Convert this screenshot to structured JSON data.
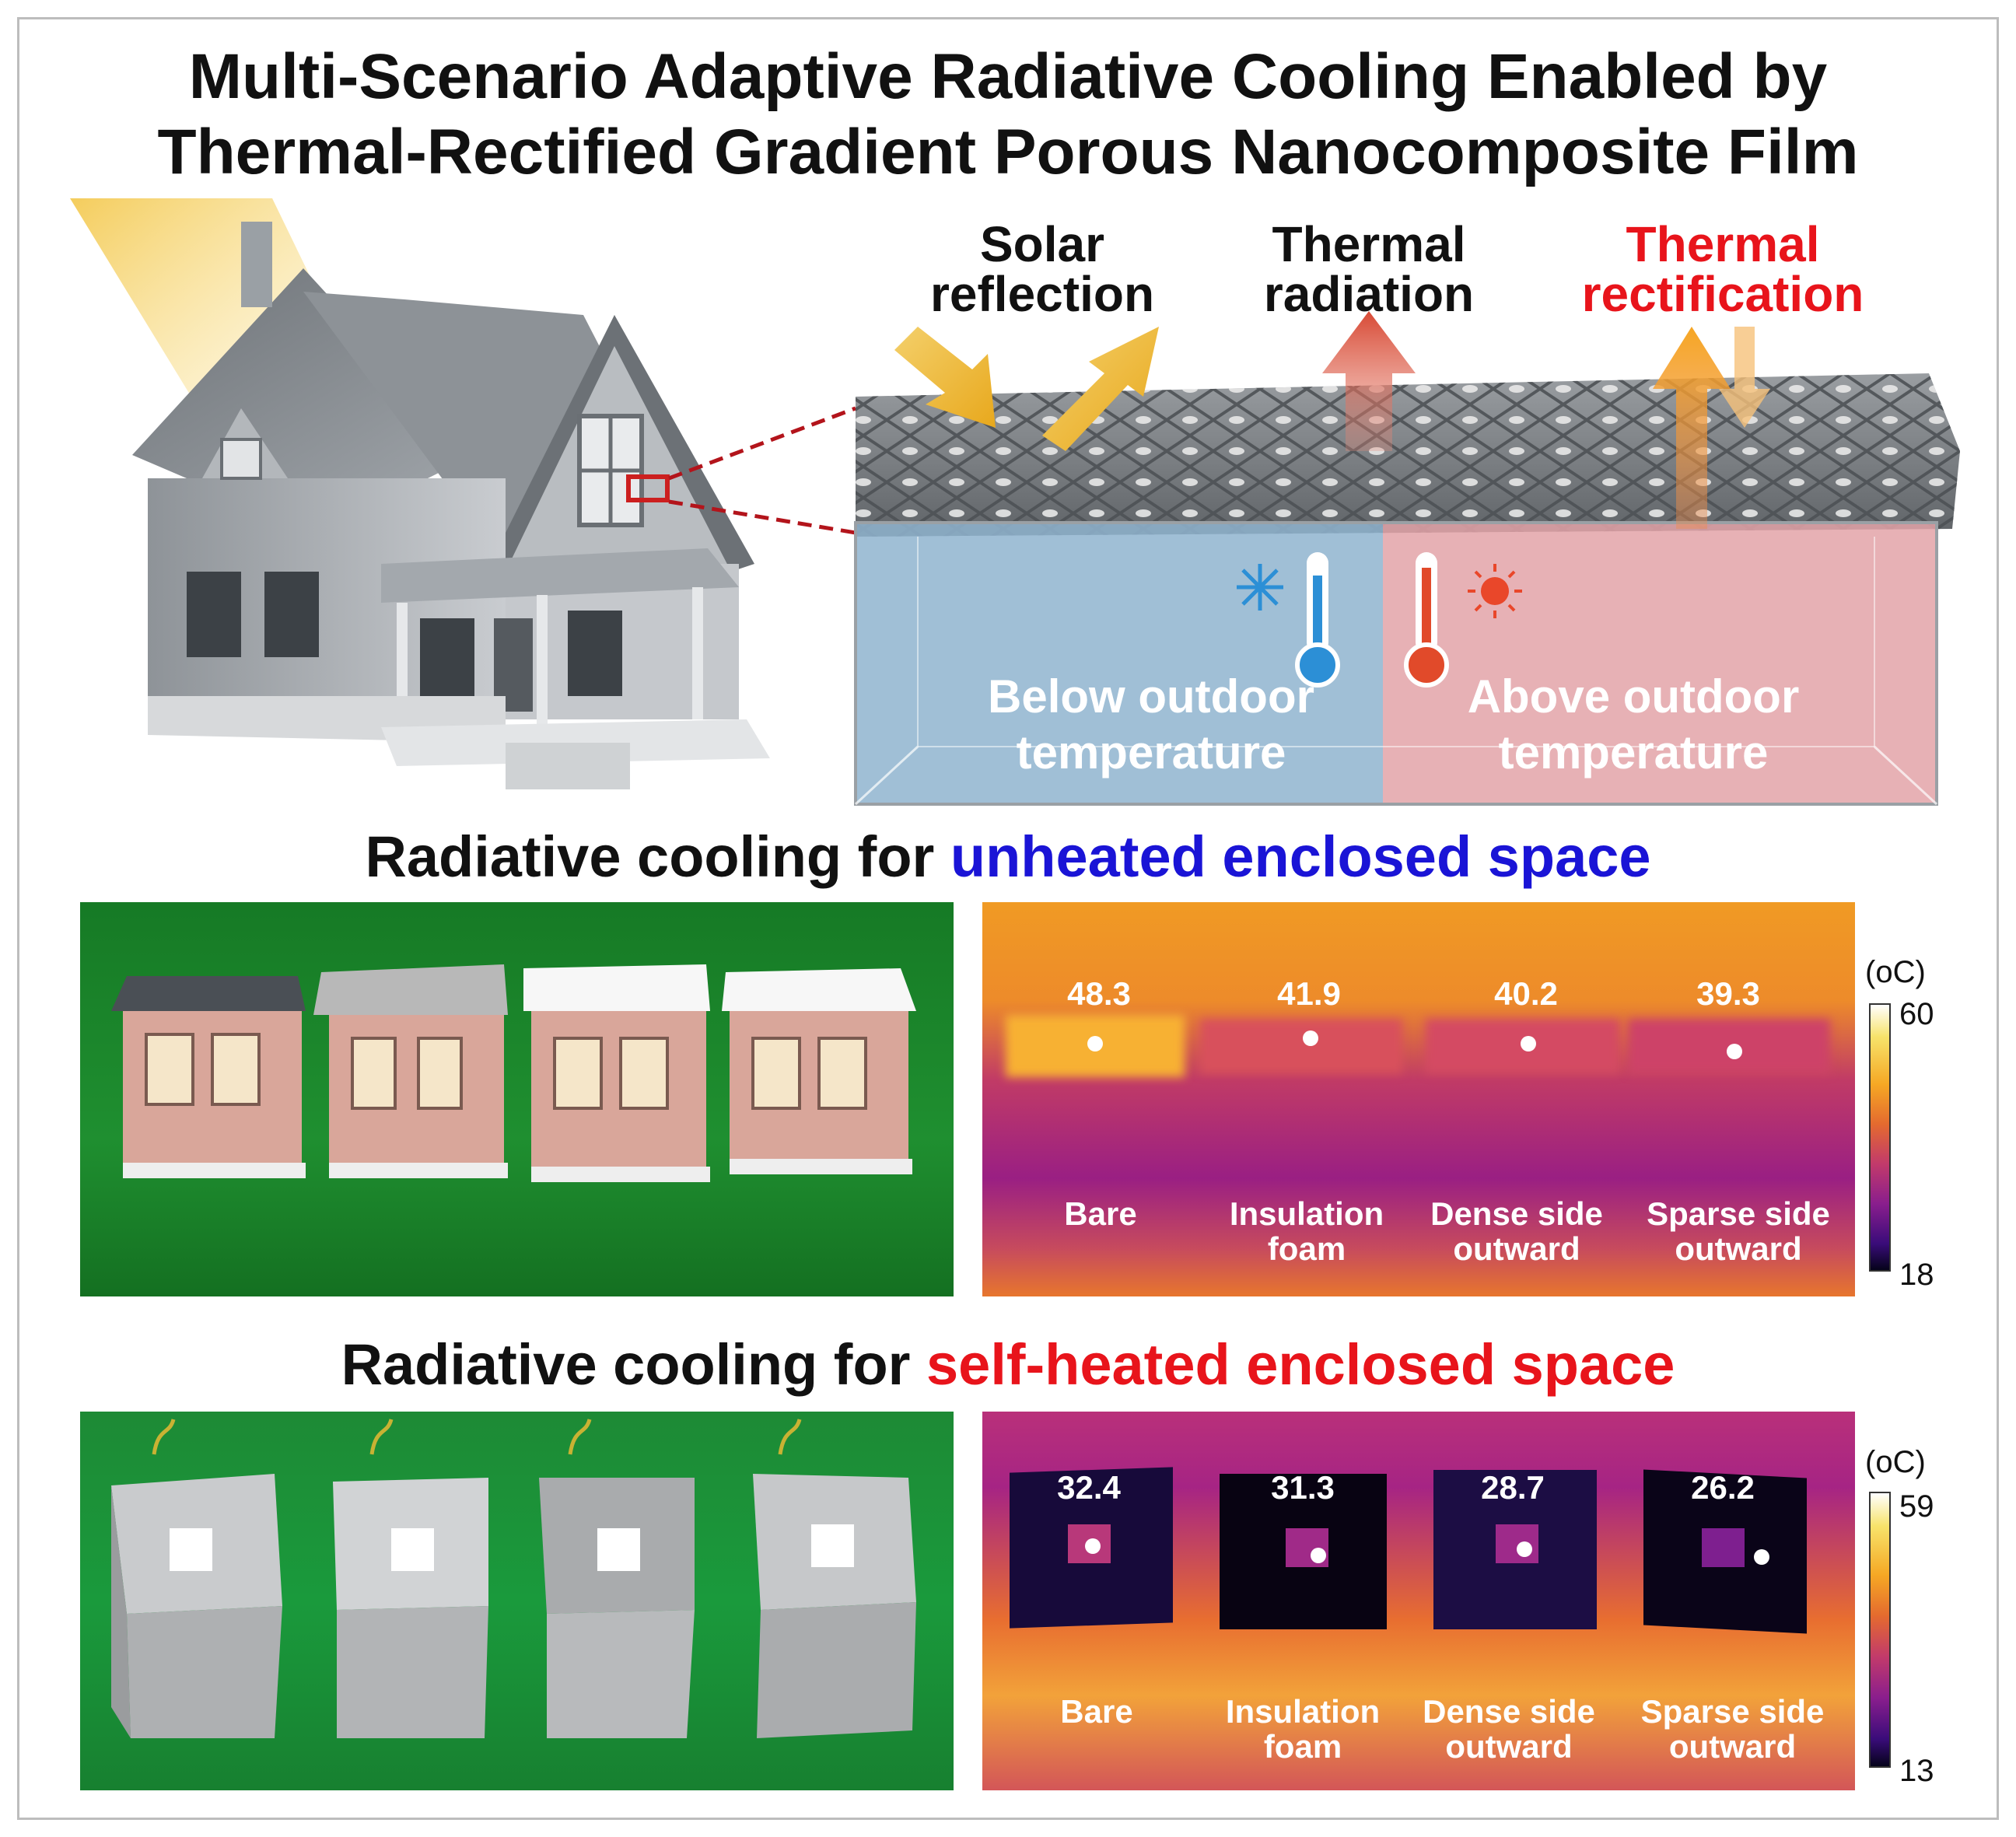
{
  "title": {
    "line1": "Multi-Scenario Adaptive Radiative Cooling Enabled by",
    "line2": "Thermal-Rectified Gradient Porous Nanocomposite Film"
  },
  "mechanisms": {
    "solar_reflection": [
      "Solar",
      "reflection"
    ],
    "thermal_radiation": [
      "Thermal",
      "radiation"
    ],
    "thermal_rectification": [
      "Thermal",
      "rectification"
    ]
  },
  "box": {
    "cold_label": [
      "Below outdoor",
      "temperature"
    ],
    "hot_label": [
      "Above outdoor",
      "temperature"
    ]
  },
  "section1": {
    "prefix": "Radiative cooling for ",
    "highlight": "unheated enclosed space"
  },
  "section2": {
    "prefix": "Radiative cooling for ",
    "highlight": "self-heated enclosed space"
  },
  "thermal1": {
    "unit": "(oC)",
    "max": "60",
    "min": "18",
    "readings": [
      "48.3",
      "41.9",
      "40.2",
      "39.3"
    ],
    "labels": [
      [
        "Bare"
      ],
      [
        "Insulation",
        "foam"
      ],
      [
        "Dense side",
        "outward"
      ],
      [
        "Sparse side",
        "outward"
      ]
    ]
  },
  "thermal2": {
    "unit": "(oC)",
    "max": "59",
    "min": "13",
    "readings": [
      "32.4",
      "31.3",
      "28.7",
      "26.2"
    ],
    "labels": [
      [
        "Bare"
      ],
      [
        "Insulation",
        "foam"
      ],
      [
        "Dense side",
        "outward"
      ],
      [
        "Sparse side",
        "outward"
      ]
    ]
  },
  "colors": {
    "highlight_blue": "#1a14d6",
    "highlight_red": "#e8141b",
    "grass": "#1d7a2a",
    "cold_box": "#8fb4cf",
    "hot_box": "#e3a3a8"
  },
  "icons": [
    "snowflake-icon",
    "sun-icon",
    "thermometer-cold-icon",
    "thermometer-hot-icon"
  ]
}
